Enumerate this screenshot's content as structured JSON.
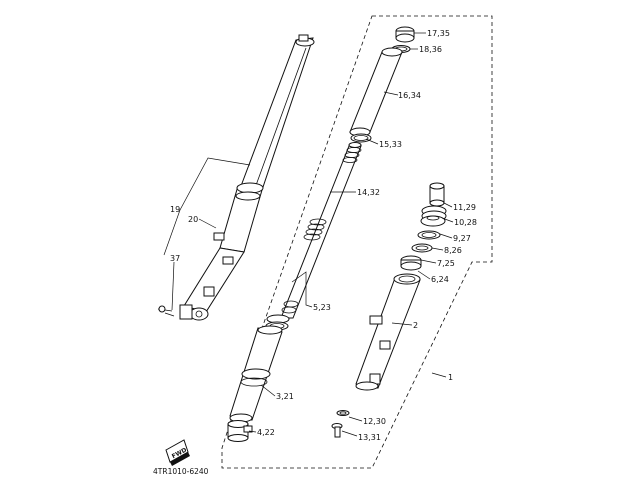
{
  "diagram": {
    "callouts": [
      {
        "id": "c-17-35",
        "text": "17,35"
      },
      {
        "id": "c-18-36",
        "text": "18,36"
      },
      {
        "id": "c-16-34",
        "text": "16,34"
      },
      {
        "id": "c-15-33",
        "text": "15,33"
      },
      {
        "id": "c-14-32",
        "text": "14,32"
      },
      {
        "id": "c-19",
        "text": "19"
      },
      {
        "id": "c-20",
        "text": "20"
      },
      {
        "id": "c-37",
        "text": "37"
      },
      {
        "id": "c-11-29",
        "text": "11,29"
      },
      {
        "id": "c-10-28",
        "text": "10,28"
      },
      {
        "id": "c-9-27",
        "text": "9,27"
      },
      {
        "id": "c-8-26",
        "text": "8,26"
      },
      {
        "id": "c-7-25",
        "text": "7,25"
      },
      {
        "id": "c-6-24",
        "text": "6,24"
      },
      {
        "id": "c-5-23",
        "text": "5,23"
      },
      {
        "id": "c-2",
        "text": "2"
      },
      {
        "id": "c-1",
        "text": "1"
      },
      {
        "id": "c-3-21",
        "text": "3,21"
      },
      {
        "id": "c-4-22",
        "text": "4,22"
      },
      {
        "id": "c-12-30",
        "text": "12,30"
      },
      {
        "id": "c-13-31",
        "text": "13,31"
      }
    ],
    "fwd_badge": "FWD",
    "figure_code": "4TR1010-6240"
  }
}
